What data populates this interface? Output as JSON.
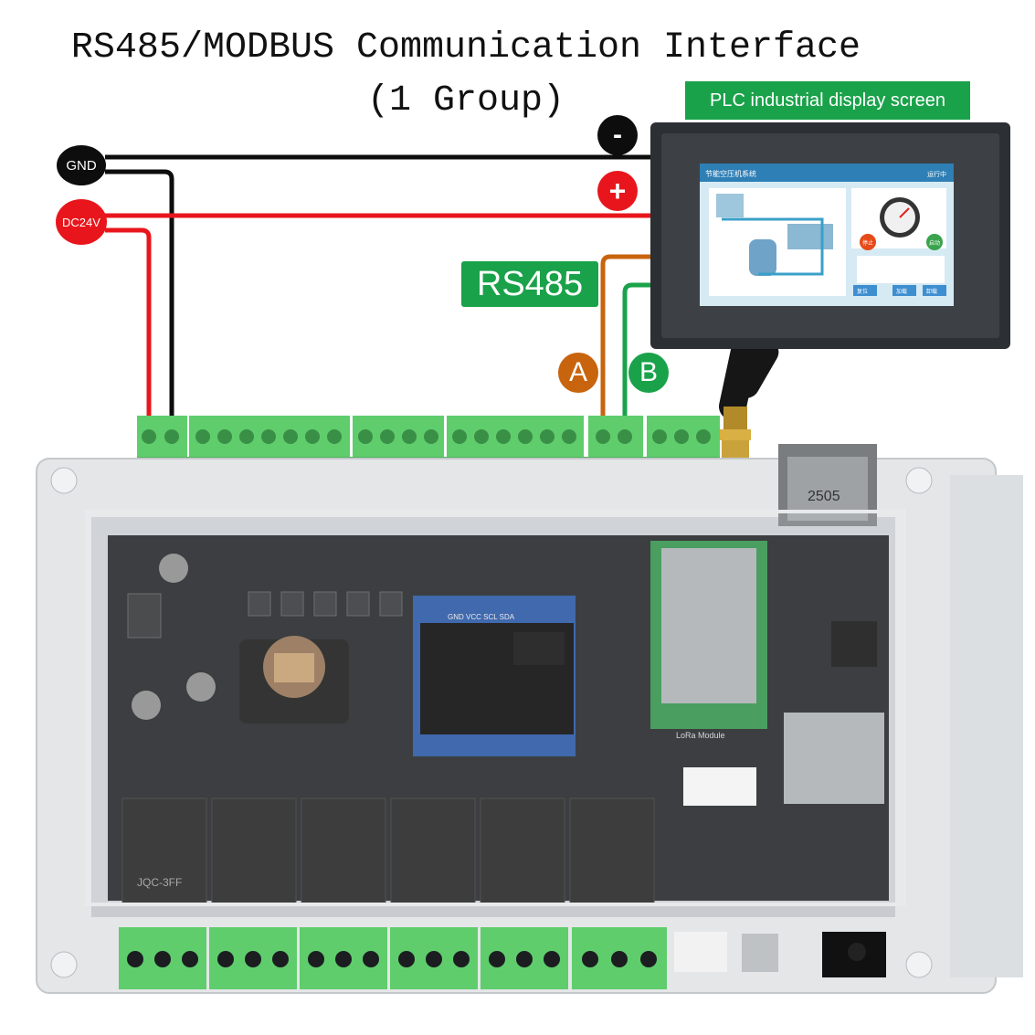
{
  "title": {
    "line1": "RS485/MODBUS Communication Interface",
    "line2": "(1 Group)"
  },
  "labels": {
    "plc_display": "PLC industrial display screen",
    "rs485": "RS485",
    "gnd": "GND",
    "dc24v": "DC24V",
    "minus": "-",
    "plus": "+",
    "a": "A",
    "b": "B"
  },
  "screen_ui": {
    "header": "节能空压机系统",
    "status": "运行中",
    "btn_stop": "停止",
    "btn_start": "启动",
    "btn_reset": "复位",
    "btn_load": "加载",
    "btn_unload": "卸载"
  },
  "board": {
    "oled_pins": "GND VCC SCL SDA",
    "relay_model": "JQC-3FF",
    "eth_label": "2505",
    "module_label": "LoRa Module"
  },
  "colors": {
    "gnd_wire": "#0d0d0d",
    "power_wire": "#e8161c",
    "a_wire": "#c8640e",
    "b_wire": "#1aa24a",
    "terminal_green": "#5fcd6c",
    "pcb": "#1b1d20"
  }
}
